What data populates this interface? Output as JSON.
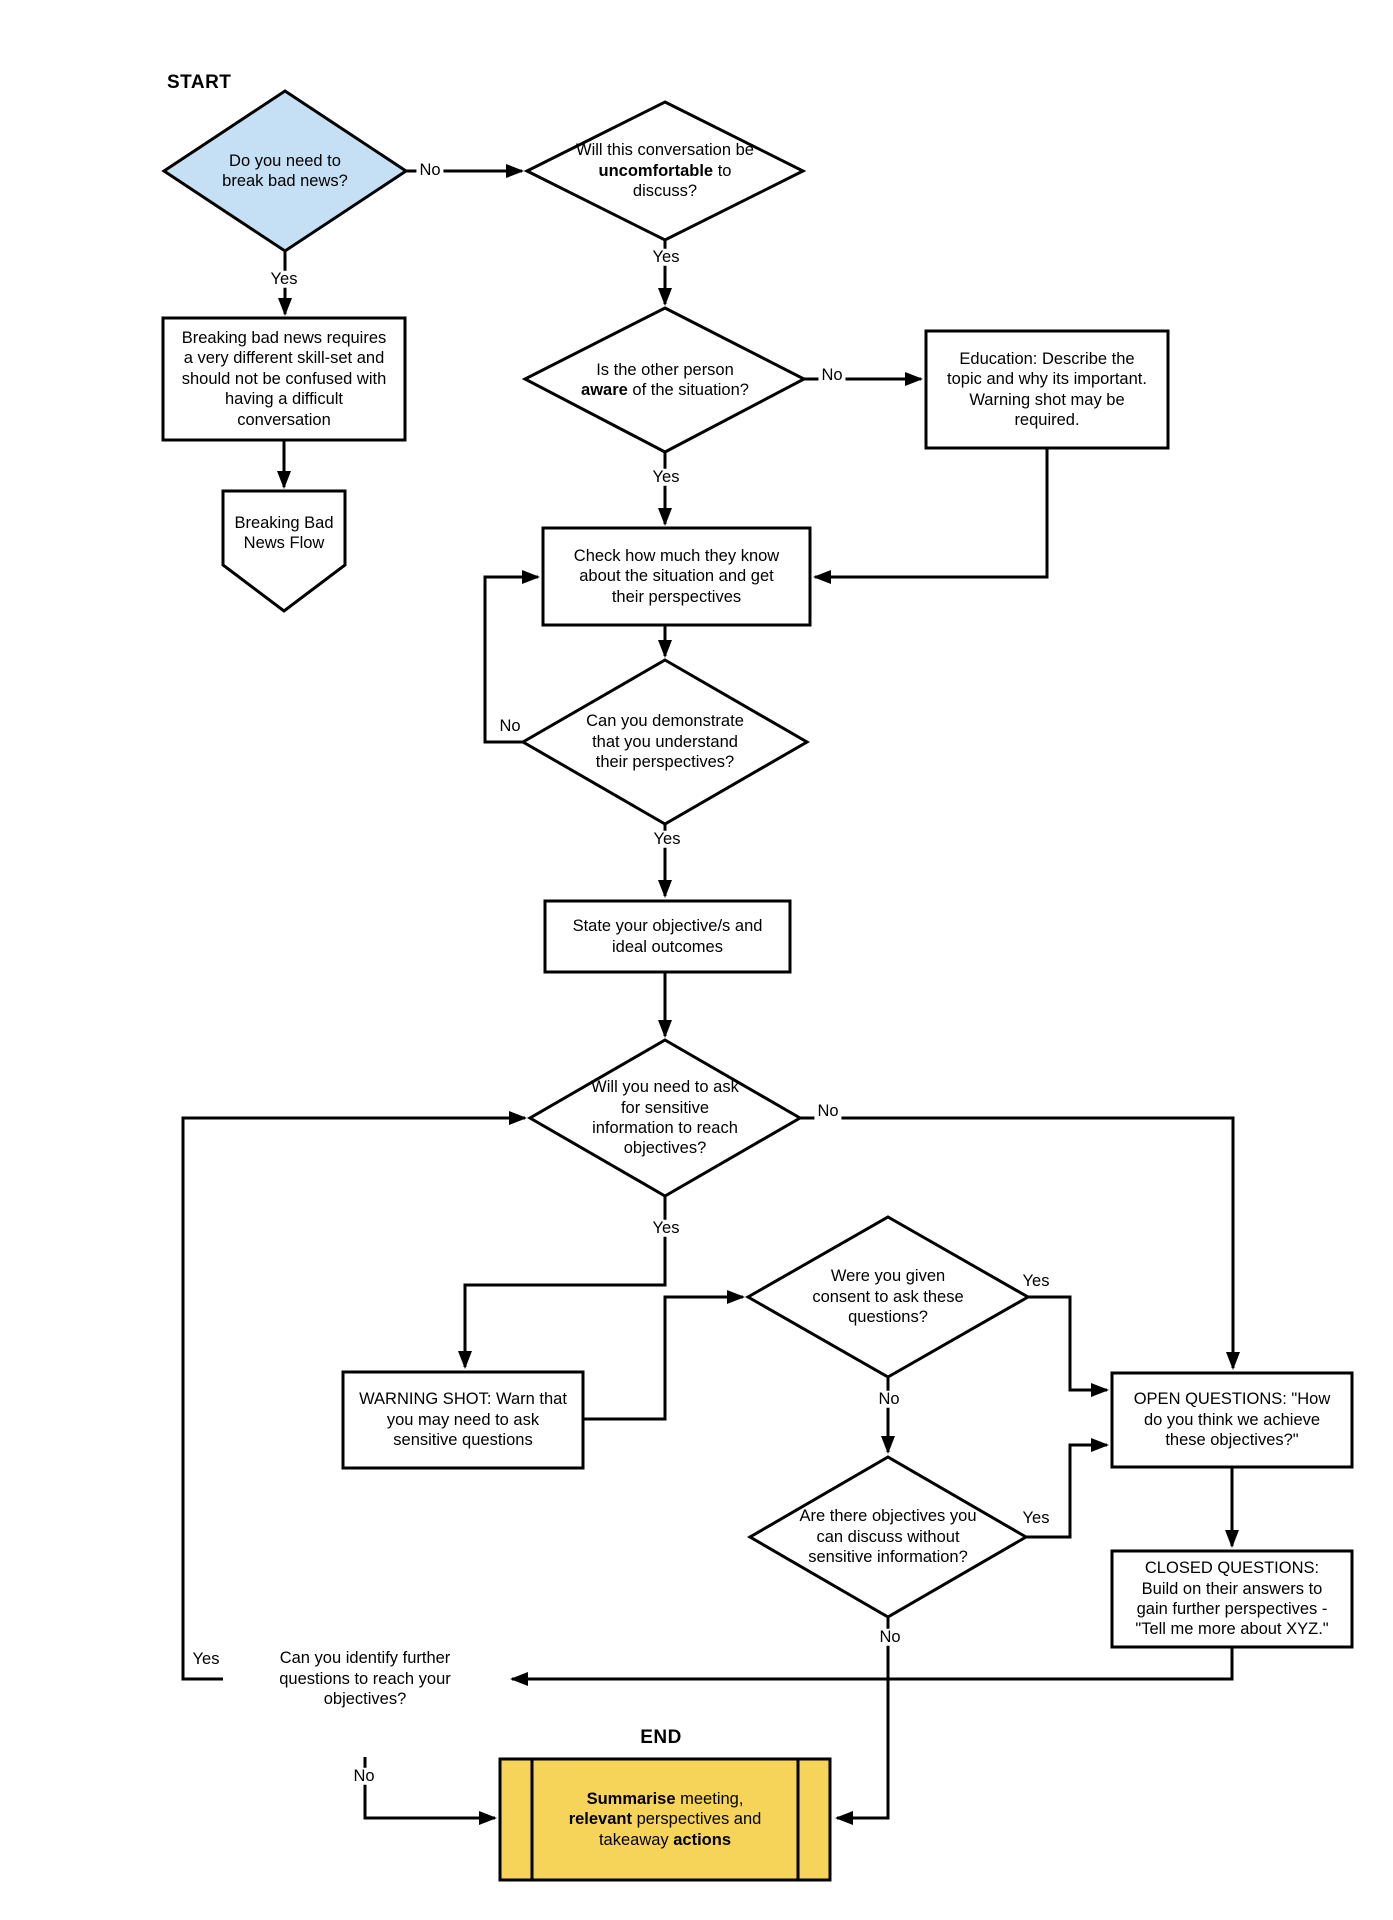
{
  "canvas": {
    "background": "#ffffff",
    "line_color": "#000000",
    "decision_fill_default": "#ffffff",
    "start_node_fill": "#c5e0f4",
    "end_node_fill": "#f6d359"
  },
  "titles": {
    "start": "START",
    "end": "END"
  },
  "nodes": {
    "break_bad_news": {
      "type": "decision",
      "text": "Do you need to break bad news?"
    },
    "uncomfortable": {
      "type": "decision",
      "pre": "Will this conversation be ",
      "bold": "uncomfortable",
      "post": " to discuss?"
    },
    "bbn_note": {
      "type": "process",
      "text": "Breaking bad news requires a very different skill-set and should not be confused with having a difficult conversation"
    },
    "bbn_flow": {
      "type": "offpage-connector",
      "text": "Breaking Bad News Flow"
    },
    "aware": {
      "type": "decision",
      "pre": "Is the other person ",
      "bold": "aware",
      "post": " of the situation?"
    },
    "education": {
      "type": "process",
      "text": "Education: Describe the topic and why its important. Warning shot may be required."
    },
    "check_knowledge": {
      "type": "process",
      "text": "Check how much they know about the situation and get their perspectives"
    },
    "demonstrate": {
      "type": "decision",
      "text": "Can you demonstrate that you understand their perspectives?"
    },
    "state_objectives": {
      "type": "process",
      "text": "State your objective/s and ideal outcomes"
    },
    "sensitive_info": {
      "type": "decision",
      "text": "Will you need to ask for sensitive information to reach objectives?"
    },
    "warning_shot": {
      "type": "process",
      "text": "WARNING SHOT: Warn that you may need to ask sensitive questions"
    },
    "consent": {
      "type": "decision",
      "text": "Were you given consent to ask these questions?"
    },
    "objectives_without": {
      "type": "decision",
      "text": "Are there objectives you can discuss without sensitive information?"
    },
    "open_questions": {
      "type": "process",
      "text": "OPEN QUESTIONS: \"How do you think we achieve these objectives?\""
    },
    "closed_questions": {
      "type": "process",
      "text": "CLOSED QUESTIONS: Build on their answers to gain further perspectives - \"Tell me more about XYZ.\""
    },
    "identify_questions": {
      "type": "decision",
      "text": "Can you identify further questions to reach your objectives?"
    },
    "end_summarise": {
      "type": "predefined-process",
      "b1": "Summarise",
      "t1": " meeting, ",
      "b2": "relevant",
      "t2": " perspectives and takeaway ",
      "b3": "actions"
    }
  },
  "edges": {
    "break_no": "No",
    "break_yes": "Yes",
    "uncomfortable_yes": "Yes",
    "aware_no": "No",
    "aware_yes": "Yes",
    "demonstrate_no": "No",
    "demonstrate_yes": "Yes",
    "sensitive_no": "No",
    "sensitive_yes": "Yes",
    "consent_yes": "Yes",
    "consent_no": "No",
    "objectives_yes": "Yes",
    "objectives_no": "No",
    "identify_yes": "Yes",
    "identify_no": "No"
  }
}
